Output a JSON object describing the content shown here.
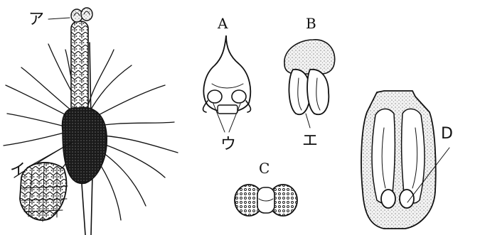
{
  "labels": {
    "a": "ア",
    "i": "イ",
    "u": "ウ",
    "e": "エ",
    "A": "A",
    "B": "B",
    "C": "C",
    "D": "D"
  }
}
